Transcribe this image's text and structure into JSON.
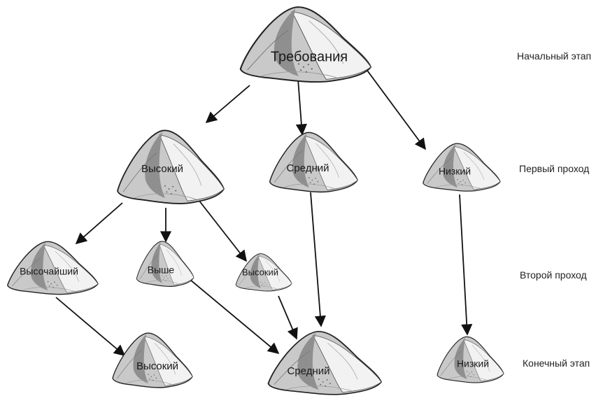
{
  "nodes": {
    "root": "Требования",
    "high1": "Высокий",
    "mid1": "Средний",
    "low1": "Низкий",
    "highest2": "Высочайший",
    "higher2": "Выше",
    "high2": "Высокий",
    "high_final": "Высокий",
    "mid_final": "Средний",
    "low_final": "Низкий"
  },
  "stages": {
    "initial": "Начальный этап",
    "first_pass": "Первый проход",
    "second_pass": "Второй проход",
    "final": "Конечный этап"
  }
}
